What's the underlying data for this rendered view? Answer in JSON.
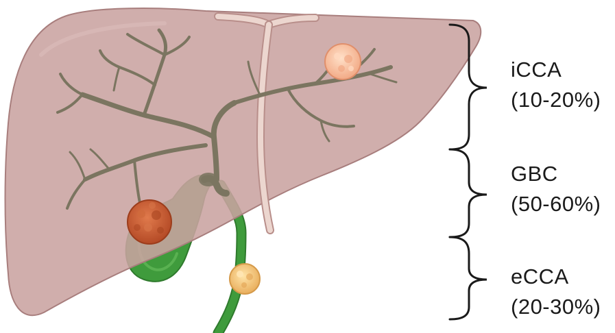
{
  "labels": {
    "icca": {
      "name": "iCCA",
      "range": "(10-20%)"
    },
    "gbc": {
      "name": "GBC",
      "range": "(50-60%)"
    },
    "ecca": {
      "name": "eCCA",
      "range": "(20-30%)"
    }
  },
  "colors": {
    "liver": "#c9a3a1",
    "liver_edge": "#a87e7d",
    "bile_duct": "#7b7560",
    "gallbladder": "#3f9b3c",
    "ligament": "#ecd6cf",
    "tumor_red": "#c75b35",
    "tumor_peach": "#f6c2a1",
    "tumor_yellow": "#f2c27c"
  }
}
